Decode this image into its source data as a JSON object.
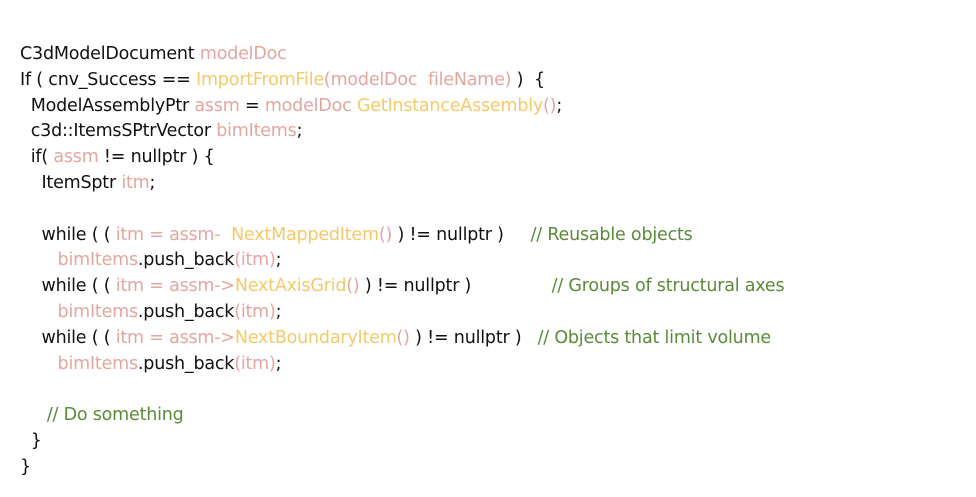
{
  "code": {
    "lines": [
      [
        {
          "t": "C3dModelDocument ",
          "c": "kw"
        },
        {
          "t": "modelDoc",
          "c": "var"
        }
      ],
      [
        {
          "t": "If ( cnv_Success == ",
          "c": "kw"
        },
        {
          "t": "ImportFromFile",
          "c": "fn"
        },
        {
          "t": "(",
          "c": "var"
        },
        {
          "t": "modelDoc  fileName",
          "c": "var"
        },
        {
          "t": ")",
          "c": "var"
        },
        {
          "t": " )  {",
          "c": "kw"
        }
      ],
      [
        {
          "t": "  ModelAssemblyPtr ",
          "c": "kw"
        },
        {
          "t": "assm",
          "c": "var"
        },
        {
          "t": " = ",
          "c": "kw"
        },
        {
          "t": "modelDoc ",
          "c": "var"
        },
        {
          "t": "GetInstanceAssembly",
          "c": "fn"
        },
        {
          "t": "()",
          "c": "var"
        },
        {
          "t": ";",
          "c": "kw"
        }
      ],
      [
        {
          "t": "  c3d::ItemsSPtrVector ",
          "c": "kw"
        },
        {
          "t": "bimItems",
          "c": "var"
        },
        {
          "t": ";",
          "c": "kw"
        }
      ],
      [
        {
          "t": "  if( ",
          "c": "kw"
        },
        {
          "t": "assm",
          "c": "var"
        },
        {
          "t": " != nullptr ) {",
          "c": "kw"
        }
      ],
      [
        {
          "t": "    ItemSptr ",
          "c": "kw"
        },
        {
          "t": "itm",
          "c": "var"
        },
        {
          "t": ";",
          "c": "kw"
        }
      ],
      [
        {
          "t": "",
          "c": "kw"
        }
      ],
      [
        {
          "t": "    while ( ( ",
          "c": "kw"
        },
        {
          "t": "itm",
          "c": "var"
        },
        {
          "t": " = assm-  ",
          "c": "var"
        },
        {
          "t": "NextMappedItem",
          "c": "fn"
        },
        {
          "t": "()",
          "c": "var"
        },
        {
          "t": " ) != nullptr )     ",
          "c": "kw"
        },
        {
          "t": "// Reusable objects",
          "c": "cm"
        }
      ],
      [
        {
          "t": "       ",
          "c": "kw"
        },
        {
          "t": "bimItems",
          "c": "var"
        },
        {
          "t": ".push_back",
          "c": "kw"
        },
        {
          "t": "(itm)",
          "c": "var"
        },
        {
          "t": ";",
          "c": "kw"
        }
      ],
      [
        {
          "t": "    while ( ( ",
          "c": "kw"
        },
        {
          "t": "itm",
          "c": "var"
        },
        {
          "t": " = assm->",
          "c": "var"
        },
        {
          "t": "NextAxisGrid",
          "c": "fn"
        },
        {
          "t": "()",
          "c": "var"
        },
        {
          "t": " ) != nullptr )               ",
          "c": "kw"
        },
        {
          "t": "// Groups of structural axes",
          "c": "cm"
        }
      ],
      [
        {
          "t": "       ",
          "c": "kw"
        },
        {
          "t": "bimItems",
          "c": "var"
        },
        {
          "t": ".push_back",
          "c": "kw"
        },
        {
          "t": "(itm)",
          "c": "var"
        },
        {
          "t": ";",
          "c": "kw"
        }
      ],
      [
        {
          "t": "    while ( ( ",
          "c": "kw"
        },
        {
          "t": "itm",
          "c": "var"
        },
        {
          "t": " = assm->",
          "c": "var"
        },
        {
          "t": "NextBoundaryItem",
          "c": "fn"
        },
        {
          "t": "()",
          "c": "var"
        },
        {
          "t": " ) != nullptr )   ",
          "c": "kw"
        },
        {
          "t": "// Objects that limit volume",
          "c": "cm"
        }
      ],
      [
        {
          "t": "       ",
          "c": "kw"
        },
        {
          "t": "bimItems",
          "c": "var"
        },
        {
          "t": ".push_back",
          "c": "kw"
        },
        {
          "t": "(itm)",
          "c": "var"
        },
        {
          "t": ";",
          "c": "kw"
        }
      ],
      [
        {
          "t": "",
          "c": "kw"
        }
      ],
      [
        {
          "t": "     ",
          "c": "kw"
        },
        {
          "t": "// Do something",
          "c": "cm"
        }
      ],
      [
        {
          "t": "  }",
          "c": "kw"
        }
      ],
      [
        {
          "t": "}",
          "c": "kw"
        }
      ]
    ]
  },
  "colors": {
    "keyword": "#111111",
    "variable": "#e3a6a0",
    "function": "#f6c96a",
    "comment": "#5b8a3a",
    "background": "#ffffff"
  }
}
